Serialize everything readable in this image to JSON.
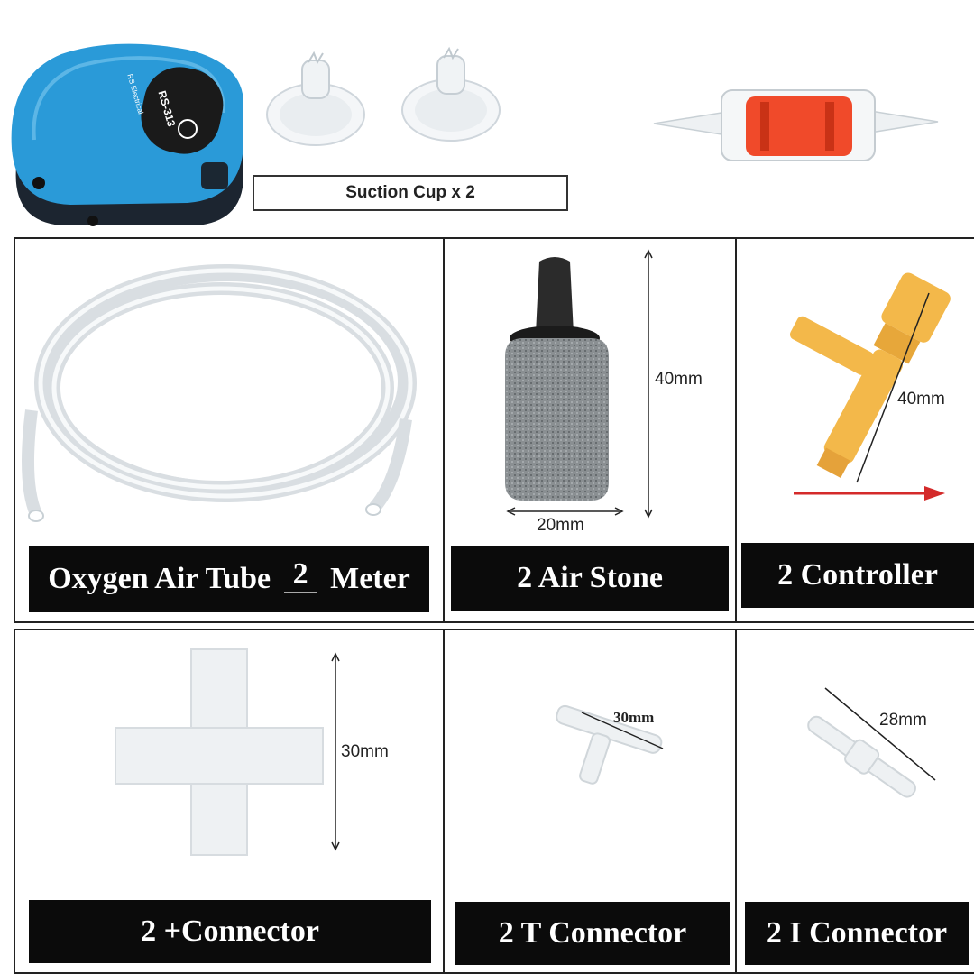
{
  "top": {
    "pump_brand": "RS Electrical",
    "pump_model": "RS-313",
    "suction_label": "Suction Cup x 2"
  },
  "cells": {
    "tube": {
      "label_pre": "Oxygen Air Tube ",
      "label_num": "2",
      "label_post": " Meter"
    },
    "stone": {
      "label": "2 Air Stone",
      "height_dim": "40mm",
      "width_dim": "20mm"
    },
    "controller": {
      "label": "2 Controller",
      "dim": "40mm"
    },
    "plus": {
      "label": "2 +Connector",
      "dim": "30mm"
    },
    "tee": {
      "label": "2 T Connector",
      "dim": "30mm"
    },
    "i": {
      "label": "2 I Connector",
      "dim": "28mm"
    }
  },
  "colors": {
    "pump_blue": "#2a9ad8",
    "check_valve_red": "#f04a2a",
    "controller_yellow": "#f3b84a",
    "arrow_red": "#d42a2a"
  }
}
